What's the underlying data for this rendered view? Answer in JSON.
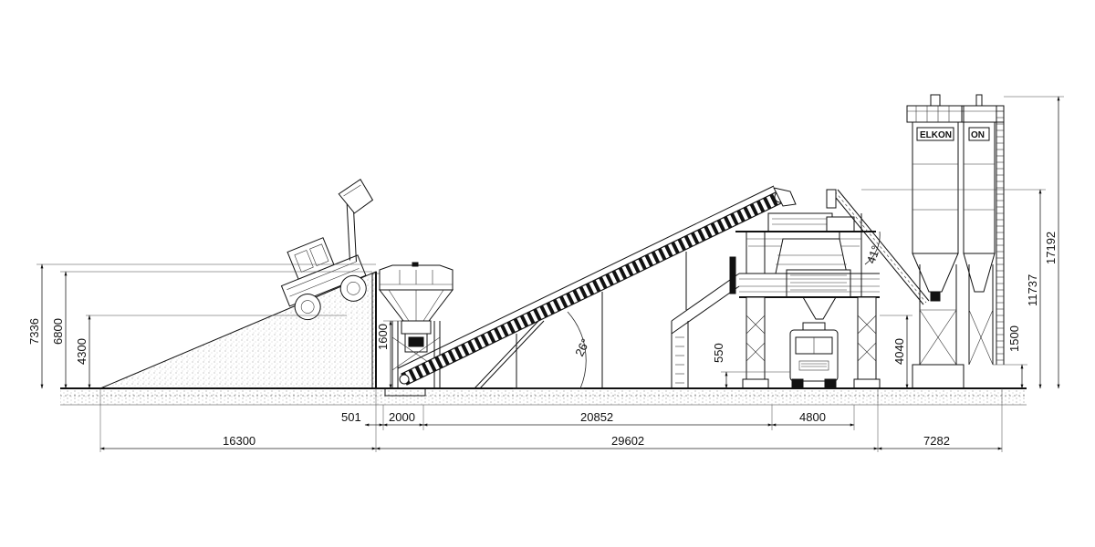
{
  "dimensions": {
    "horizontal": {
      "stockpile_length": "16300",
      "gap": "501",
      "bin_width": "2000",
      "conveyor_run": "20852",
      "mixer_bay": "4800",
      "plant_length": "29602",
      "silo_run": "7282"
    },
    "vertical": {
      "ramp_total_height": "7336",
      "ramp_height": "6800",
      "ramp_mid_height": "4300",
      "hopper_clearance": "1600",
      "truck_clearance": "550",
      "mixer_platform_height": "4040",
      "silo_base_height": "1500",
      "silo_mid_height": "11737",
      "silo_total_height": "17192"
    },
    "angles": {
      "conveyor_angle": "26°",
      "screw_angle": "41°"
    }
  },
  "labels": {
    "silo_logo": "ELKON",
    "silo_logo_2": "ON"
  }
}
